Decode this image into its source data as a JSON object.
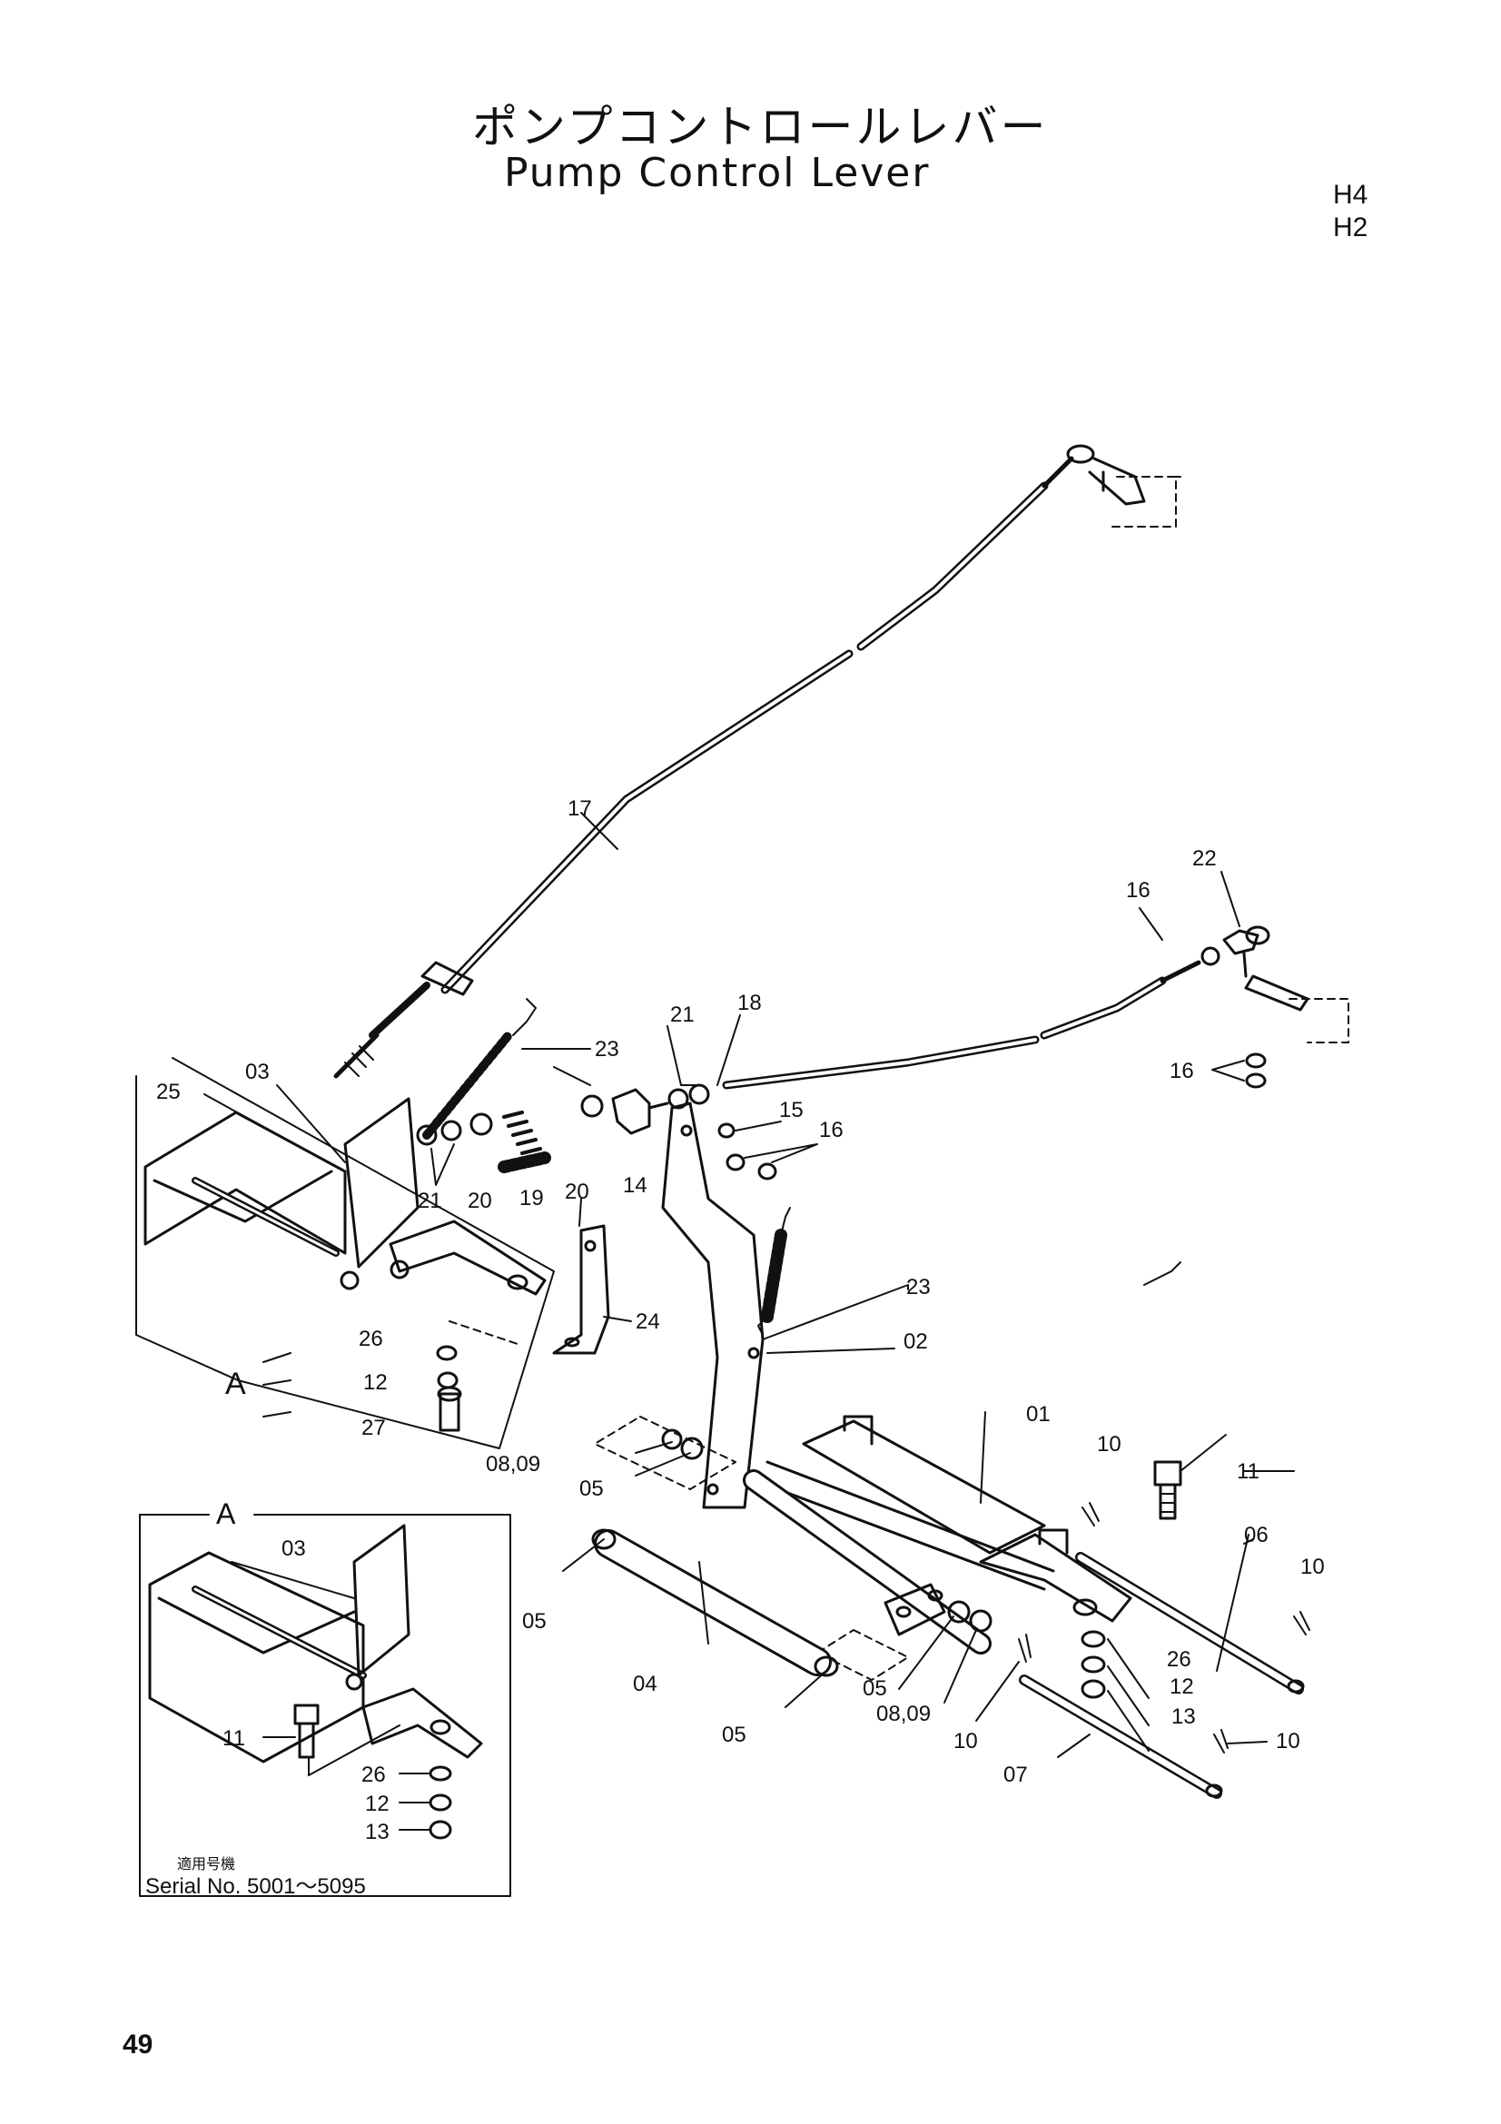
{
  "header": {
    "title_jp": "ポンプコントロールレバー",
    "title_en": "Pump Control  Lever",
    "models": [
      "H4",
      "H2"
    ]
  },
  "callouts": {
    "c01": "01",
    "c02": "02",
    "c03": "03",
    "c04": "04",
    "c05a": "05",
    "c05b": "05",
    "c05c": "05",
    "c05d": "05",
    "c06": "06",
    "c07": "07",
    "c0809a": "08,09",
    "c0809b": "08,09",
    "c10a": "10",
    "c10b": "10",
    "c10c": "10",
    "c10d": "10",
    "c11": "11",
    "c12": "12",
    "c13": "13",
    "c14": "14",
    "c15": "15",
    "c16a": "16",
    "c16b": "16",
    "c16c": "16",
    "c17": "17",
    "c18": "18",
    "c19": "19",
    "c20a": "20",
    "c20b": "20",
    "c21a": "21",
    "c21b": "21",
    "c22": "22",
    "c23a": "23",
    "c23b": "23",
    "c24": "24",
    "c25": "25",
    "c26": "26",
    "c27": "27",
    "cA12": "12",
    "cA26": "26",
    "viewA": "A"
  },
  "inset": {
    "label": "A",
    "c03": "03",
    "c11": "11",
    "c26": "26",
    "c12": "12",
    "c13": "13",
    "serial_label_jp": "適用号機",
    "serial_text": "Serial No. 5001～5095"
  },
  "footer": {
    "page_number": "49"
  }
}
